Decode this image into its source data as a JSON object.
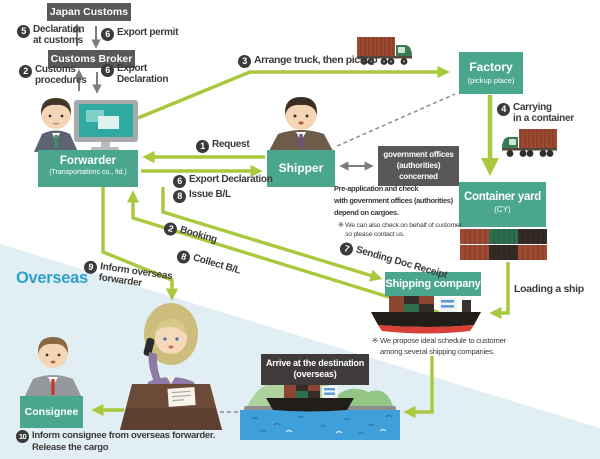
{
  "colors": {
    "node_green": "#4aa78e",
    "node_gray": "#595757",
    "arrow_green": "#a8c83d",
    "badge_dark": "#3a3a3a",
    "overseas_blue": "#2fa0cd",
    "overseas_region": "#e1eff4",
    "water_blue": "#3f9fd8",
    "container_red": "#9c4a31",
    "container_green": "#2d6e4d",
    "container_dark": "#352b27"
  },
  "nodes": {
    "japan_customs": {
      "label": "Japan Customs"
    },
    "customs_broker": {
      "label": "Customs Broker"
    },
    "forwarder": {
      "label": "Forwarder",
      "sub": "(Transportations co., ltd.)"
    },
    "shipper": {
      "label": "Shipper"
    },
    "government_offices": {
      "line1": "government offices",
      "line2": "(authorities)",
      "line3": "concerned"
    },
    "factory": {
      "label": "Factory",
      "sub": "(pickup place)"
    },
    "container_yard": {
      "label": "Container yard",
      "sub": "(CY)"
    },
    "shipping_company": {
      "label": "Shipping company"
    },
    "consignee": {
      "label": "Consignee"
    },
    "destination": {
      "line1": "Arrive at the destination",
      "line2": "(overseas)"
    }
  },
  "steps": {
    "s5": {
      "num": "5",
      "line1": "Declaration",
      "line2": "at customs"
    },
    "s6_permit": {
      "num": "6",
      "line1": "Export permit"
    },
    "s2_customs": {
      "num": "2",
      "line1": "Customs",
      "line2": "procedures"
    },
    "s6_declaration": {
      "num": "6",
      "line1": "Export",
      "line2": "Declaration"
    },
    "s3": {
      "num": "3",
      "line1": "Arrange truck, then pickup"
    },
    "s4": {
      "num": "4",
      "line1": "Carrying",
      "line2": "in a container"
    },
    "s1": {
      "num": "1",
      "line1": "Request"
    },
    "s6_export": {
      "num": "6",
      "line1": "Export Declaration"
    },
    "s8_issue": {
      "num": "8",
      "line1": "Issue B/L"
    },
    "s2_booking": {
      "num": "2",
      "line1": "Booking"
    },
    "s7": {
      "num": "7",
      "line1": "Sending Doc Receipt"
    },
    "s8_collect": {
      "num": "8",
      "line1": "Collect B/L"
    },
    "s9": {
      "num": "9",
      "line1": "Inform overseas",
      "line2": "forwarder"
    },
    "s10": {
      "num": "10",
      "line1": "Inform consignee from overseas forwarder.",
      "line2": "Release the cargo"
    }
  },
  "labels": {
    "overseas": "Overseas",
    "loading": "Loading a ship"
  },
  "notes": {
    "pre1": "Pre-application and check",
    "pre2": "with government offices (authorities)",
    "pre3": "depend on cargoes.",
    "behalf1": "※ We can also check on behalf of customer,",
    "behalf2": "so please contact us.",
    "propose1": "※ We propose ideal schedule to customer",
    "propose2": "among several shipping companies."
  }
}
